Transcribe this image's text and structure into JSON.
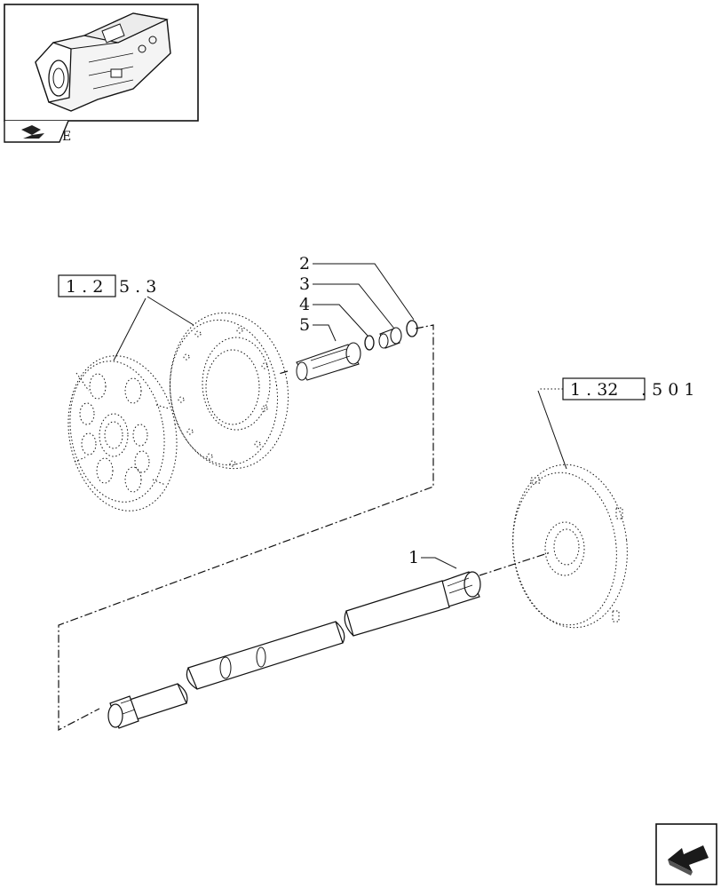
{
  "references": {
    "ref_a_boxed": "1 . 2",
    "ref_a_rest": "5 . 3",
    "ref_b_boxed": "1 . 32",
    "ref_b_rest": ". 5   0 1"
  },
  "callouts": {
    "part_1": "1",
    "part_2": "2",
    "part_3": "3",
    "part_4": "4",
    "part_5": "5"
  },
  "thumbnail": {
    "label": "E"
  },
  "icons": {
    "thumbnail_part": "transmission-housing-icon",
    "book_arrow": "book-arrow-icon",
    "next_page": "next-page-arrow-icon"
  }
}
